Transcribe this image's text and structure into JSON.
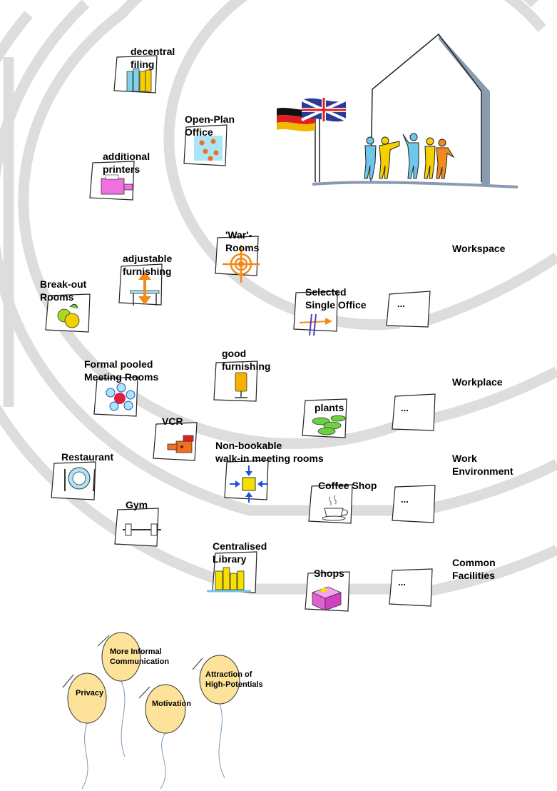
{
  "items": {
    "decentral_filing": [
      "decentral",
      "filing"
    ],
    "open_plan_office": [
      "Open-Plan",
      "Office"
    ],
    "additional_printers": [
      "additional",
      "printers"
    ],
    "war_rooms": [
      "'War'-",
      "Rooms"
    ],
    "adjustable_furnishing": [
      "adjustable",
      "furnishing"
    ],
    "break_out_rooms": [
      "Break-out",
      "Rooms"
    ],
    "selected_single_office": [
      "Selected",
      "Single Office"
    ],
    "good_furnishing": [
      "good",
      "furnishing"
    ],
    "formal_pooled_meeting_rooms": [
      "Formal pooled",
      "Meeting Rooms"
    ],
    "plants": "plants",
    "vcr": "VCR",
    "non_bookable": [
      "Non-bookable",
      "walk-in meeting rooms"
    ],
    "restaurant": "Restaurant",
    "coffee_shop": "Coffee Shop",
    "gym": "Gym",
    "centralised_library": [
      "Centralised",
      "Library"
    ],
    "shops": "Shops",
    "more": "..."
  },
  "categories": {
    "workspace": "Workspace",
    "workplace": "Workplace",
    "work_environment": [
      "Work",
      "Environment"
    ],
    "common_facilities": [
      "Common",
      "Facilities"
    ]
  },
  "balloons": {
    "more_informal": [
      "More Informal",
      "Communication"
    ],
    "privacy": "Privacy",
    "motivation": "Motivation",
    "attraction": [
      "Attraction of",
      "High-Potentials"
    ]
  },
  "colors": {
    "ring": "#dddddd",
    "balloon": "#fde39a",
    "house_shadow": "#8a9bb0",
    "ground": "#8a9bb0"
  }
}
